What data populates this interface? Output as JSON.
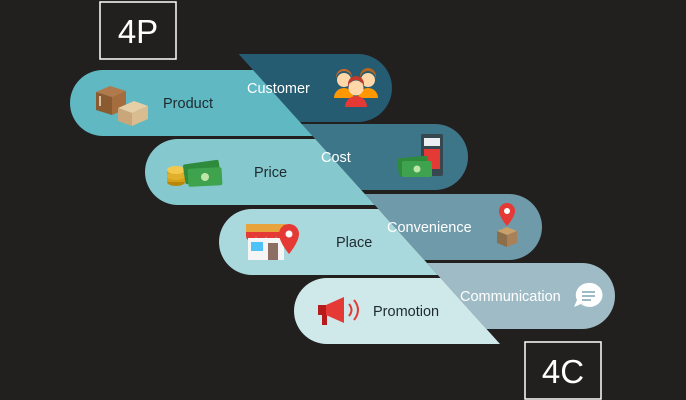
{
  "boxes": {
    "left": "4P",
    "right": "4C"
  },
  "p_items": [
    {
      "label": "Product",
      "icon": "boxes-icon"
    },
    {
      "label": "Price",
      "icon": "money-coins-icon"
    },
    {
      "label": "Place",
      "icon": "shop-location-icon"
    },
    {
      "label": "Promotion",
      "icon": "megaphone-icon"
    }
  ],
  "c_items": [
    {
      "label": "Customer",
      "icon": "people-icon"
    },
    {
      "label": "Cost",
      "icon": "money-calculator-icon"
    },
    {
      "label": "Convenience",
      "icon": "location-package-icon"
    },
    {
      "label": "Communication",
      "icon": "chat-bubble-icon"
    }
  ],
  "colors": {
    "background": "#221f1f",
    "p_pills": [
      "#5fb8c2",
      "#85c9cf",
      "#aad9dd",
      "#cfe9eb"
    ],
    "c_pills": [
      "#265c72",
      "#3e7689",
      "#6e9aaa",
      "#9fbcc6"
    ]
  }
}
